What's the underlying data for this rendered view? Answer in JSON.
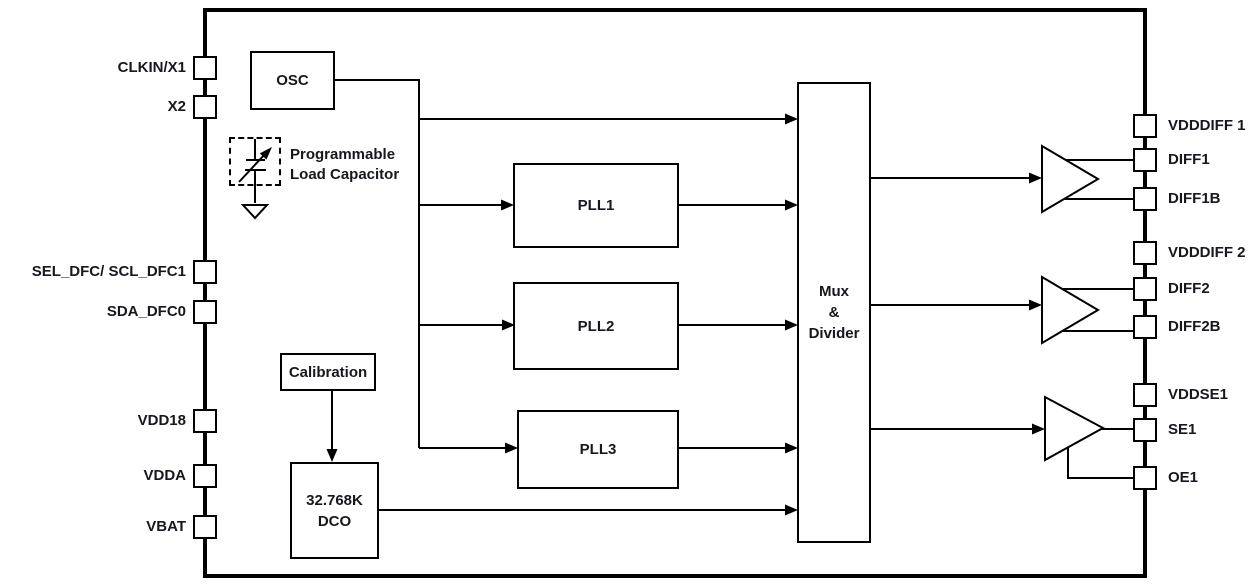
{
  "blocks": {
    "osc": {
      "label": "OSC"
    },
    "pll1": {
      "label": "PLL1"
    },
    "pll2": {
      "label": "PLL2"
    },
    "pll3": {
      "label": "PLL3"
    },
    "calibration": {
      "label": "Calibration"
    },
    "dco": {
      "line1": "32.768K",
      "line2": "DCO"
    },
    "mux": {
      "line1": "Mux",
      "line2": "&",
      "line3": "Divider"
    },
    "load_capacitor": {
      "line1": "Programmable",
      "line2": "Load Capacitor"
    }
  },
  "pins": {
    "left": [
      {
        "label": "CLKIN/X1"
      },
      {
        "label": "X2"
      },
      {
        "label": "SEL_DFC/ SCL_DFC1"
      },
      {
        "label": "SDA_DFC0"
      },
      {
        "label": "VDD18"
      },
      {
        "label": "VDDA"
      },
      {
        "label": "VBAT"
      }
    ],
    "right": [
      {
        "label": "VDDDIFF 1"
      },
      {
        "label": "DIFF1"
      },
      {
        "label": "DIFF1B"
      },
      {
        "label": "VDDDIFF 2"
      },
      {
        "label": "DIFF2"
      },
      {
        "label": "DIFF2B"
      },
      {
        "label": "VDDSE1"
      },
      {
        "label": "SE1"
      },
      {
        "label": "OE1"
      }
    ]
  },
  "colors": {
    "line": "#000000",
    "text": "#17171f",
    "background": "#ffffff"
  }
}
